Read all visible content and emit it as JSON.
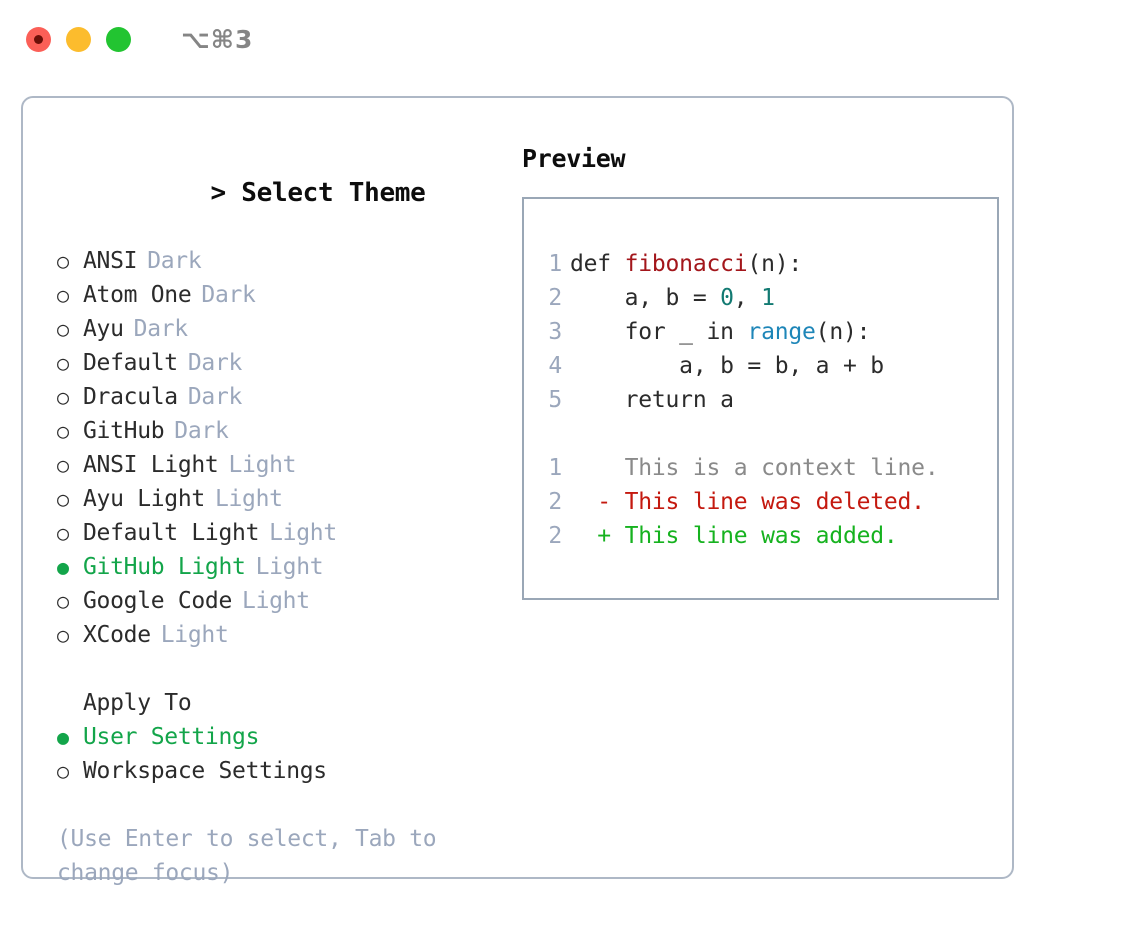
{
  "titlebar": {
    "shortcut": "⌥⌘3",
    "lights": [
      {
        "name": "close",
        "color": "#fb5f57"
      },
      {
        "name": "minimize",
        "color": "#fcbc2d"
      },
      {
        "name": "maximize",
        "color": "#22c431"
      }
    ]
  },
  "select_theme": {
    "prompt": "> ",
    "heading": "Select Theme",
    "items": [
      {
        "bullet": "○",
        "label": "ANSI",
        "tag": "Dark",
        "selected": false
      },
      {
        "bullet": "○",
        "label": "Atom One",
        "tag": "Dark",
        "selected": false
      },
      {
        "bullet": "○",
        "label": "Ayu",
        "tag": "Dark",
        "selected": false
      },
      {
        "bullet": "○",
        "label": "Default",
        "tag": "Dark",
        "selected": false
      },
      {
        "bullet": "○",
        "label": "Dracula",
        "tag": "Dark",
        "selected": false
      },
      {
        "bullet": "○",
        "label": "GitHub",
        "tag": "Dark",
        "selected": false
      },
      {
        "bullet": "○",
        "label": "ANSI Light",
        "tag": "Light",
        "selected": false
      },
      {
        "bullet": "○",
        "label": "Ayu Light",
        "tag": "Light",
        "selected": false
      },
      {
        "bullet": "○",
        "label": "Default Light",
        "tag": "Light",
        "selected": false
      },
      {
        "bullet": "●",
        "label": "GitHub Light",
        "tag": "Light",
        "selected": true
      },
      {
        "bullet": "○",
        "label": "Google Code",
        "tag": "Light",
        "selected": false
      },
      {
        "bullet": "○",
        "label": "XCode",
        "tag": "Light",
        "selected": false
      }
    ]
  },
  "apply_to": {
    "title": "Apply To",
    "items": [
      {
        "bullet": "●",
        "label": "User Settings",
        "selected": true
      },
      {
        "bullet": "○",
        "label": "Workspace Settings",
        "selected": false
      }
    ]
  },
  "help_text": "(Use Enter to select, Tab to change focus)",
  "preview": {
    "title": "Preview",
    "code_lines": [
      {
        "no": "1",
        "parts": [
          {
            "t": "def ",
            "c": "plain"
          },
          {
            "t": "fibonacci",
            "c": "fn"
          },
          {
            "t": "(n):",
            "c": "plain"
          }
        ]
      },
      {
        "no": "2",
        "parts": [
          {
            "t": "    a, b = ",
            "c": "plain"
          },
          {
            "t": "0",
            "c": "num"
          },
          {
            "t": ", ",
            "c": "plain"
          },
          {
            "t": "1",
            "c": "num"
          }
        ]
      },
      {
        "no": "3",
        "parts": [
          {
            "t": "    for _ in ",
            "c": "plain"
          },
          {
            "t": "range",
            "c": "call"
          },
          {
            "t": "(n):",
            "c": "plain"
          }
        ]
      },
      {
        "no": "4",
        "parts": [
          {
            "t": "        a, b = b, a + b",
            "c": "plain"
          }
        ]
      },
      {
        "no": "5",
        "parts": [
          {
            "t": "    return a",
            "c": "plain"
          }
        ]
      }
    ],
    "diff_lines": [
      {
        "no": "1",
        "marker": "  ",
        "text": "This is a context line.",
        "kind": "ctx"
      },
      {
        "no": "2",
        "marker": "- ",
        "text": "This line was deleted.",
        "kind": "del"
      },
      {
        "no": "2",
        "marker": "+ ",
        "text": "This line was added.",
        "kind": "add"
      }
    ]
  },
  "colors": {
    "accent_green": "#13a54a",
    "muted_blue_gray": "#9ba7bc",
    "border": "#aeb8c6",
    "preview_border": "#9aa7b6",
    "syntax_function": "#a3161b",
    "syntax_number": "#127a72",
    "syntax_call": "#1e86b8",
    "diff_delete": "#c4190f",
    "diff_add": "#16b21f",
    "diff_context": "#8a8a8a"
  }
}
